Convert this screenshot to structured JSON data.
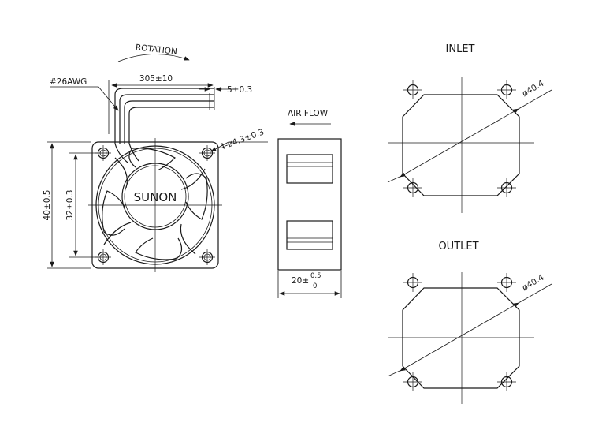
{
  "labels": {
    "rotation": "ROTATION",
    "wire_gauge": "#26AWG",
    "lead_length": "305±10",
    "strip_length": "5±0.3",
    "mount_holes": "4-ø4.3±0.3",
    "air_flow": "AIR FLOW",
    "brand": "SUNON",
    "outer_size": "40±0.5",
    "hole_pitch": "32±0.3",
    "depth_main": "20±",
    "depth_upper": "0.5",
    "depth_lower": "0",
    "inlet": "INLET",
    "outlet": "OUTLET",
    "inlet_diameter": "ø40.4",
    "outlet_diameter": "ø40.4"
  }
}
